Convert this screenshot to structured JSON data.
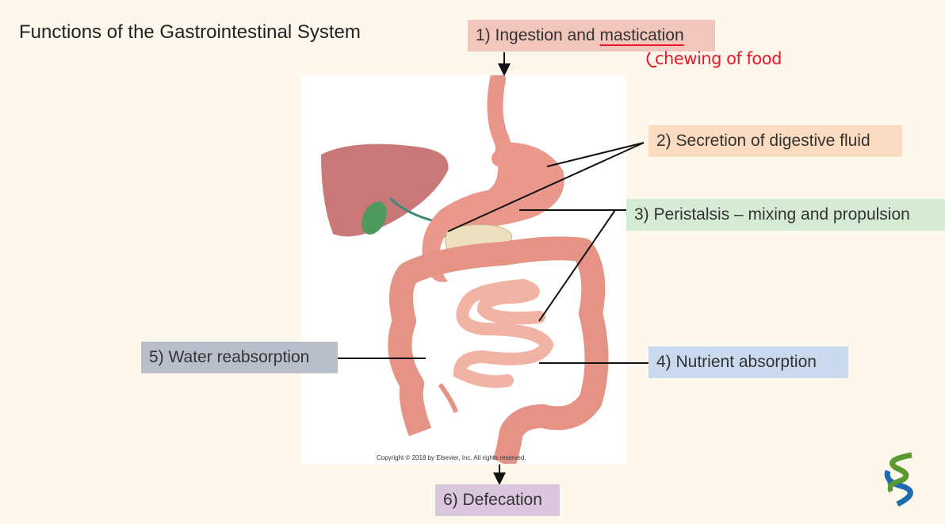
{
  "title": "Functions of the Gastrointestinal System",
  "labels": {
    "l1_prefix": "1) Ingestion and ",
    "l1_underlined": "mastication",
    "l2": "2) Secretion of digestive fluid",
    "l3": "3) Peristalsis – mixing and propulsion",
    "l4": "4) Nutrient absorption",
    "l5": "5) Water reabsorption",
    "l6": "6) Defecation"
  },
  "annotation": "chewing of food",
  "figure": {
    "copyright": "Copyright © 2018 by Elsevier, Inc. All rights reserved."
  },
  "colors": {
    "l1": "#f2c6bb",
    "l2": "#fbdcc0",
    "l3": "#d5ecd4",
    "l4": "#c9d9ee",
    "l5": "#b8bfcb",
    "l6": "#dac7dd",
    "annotation": "#e8162a"
  }
}
